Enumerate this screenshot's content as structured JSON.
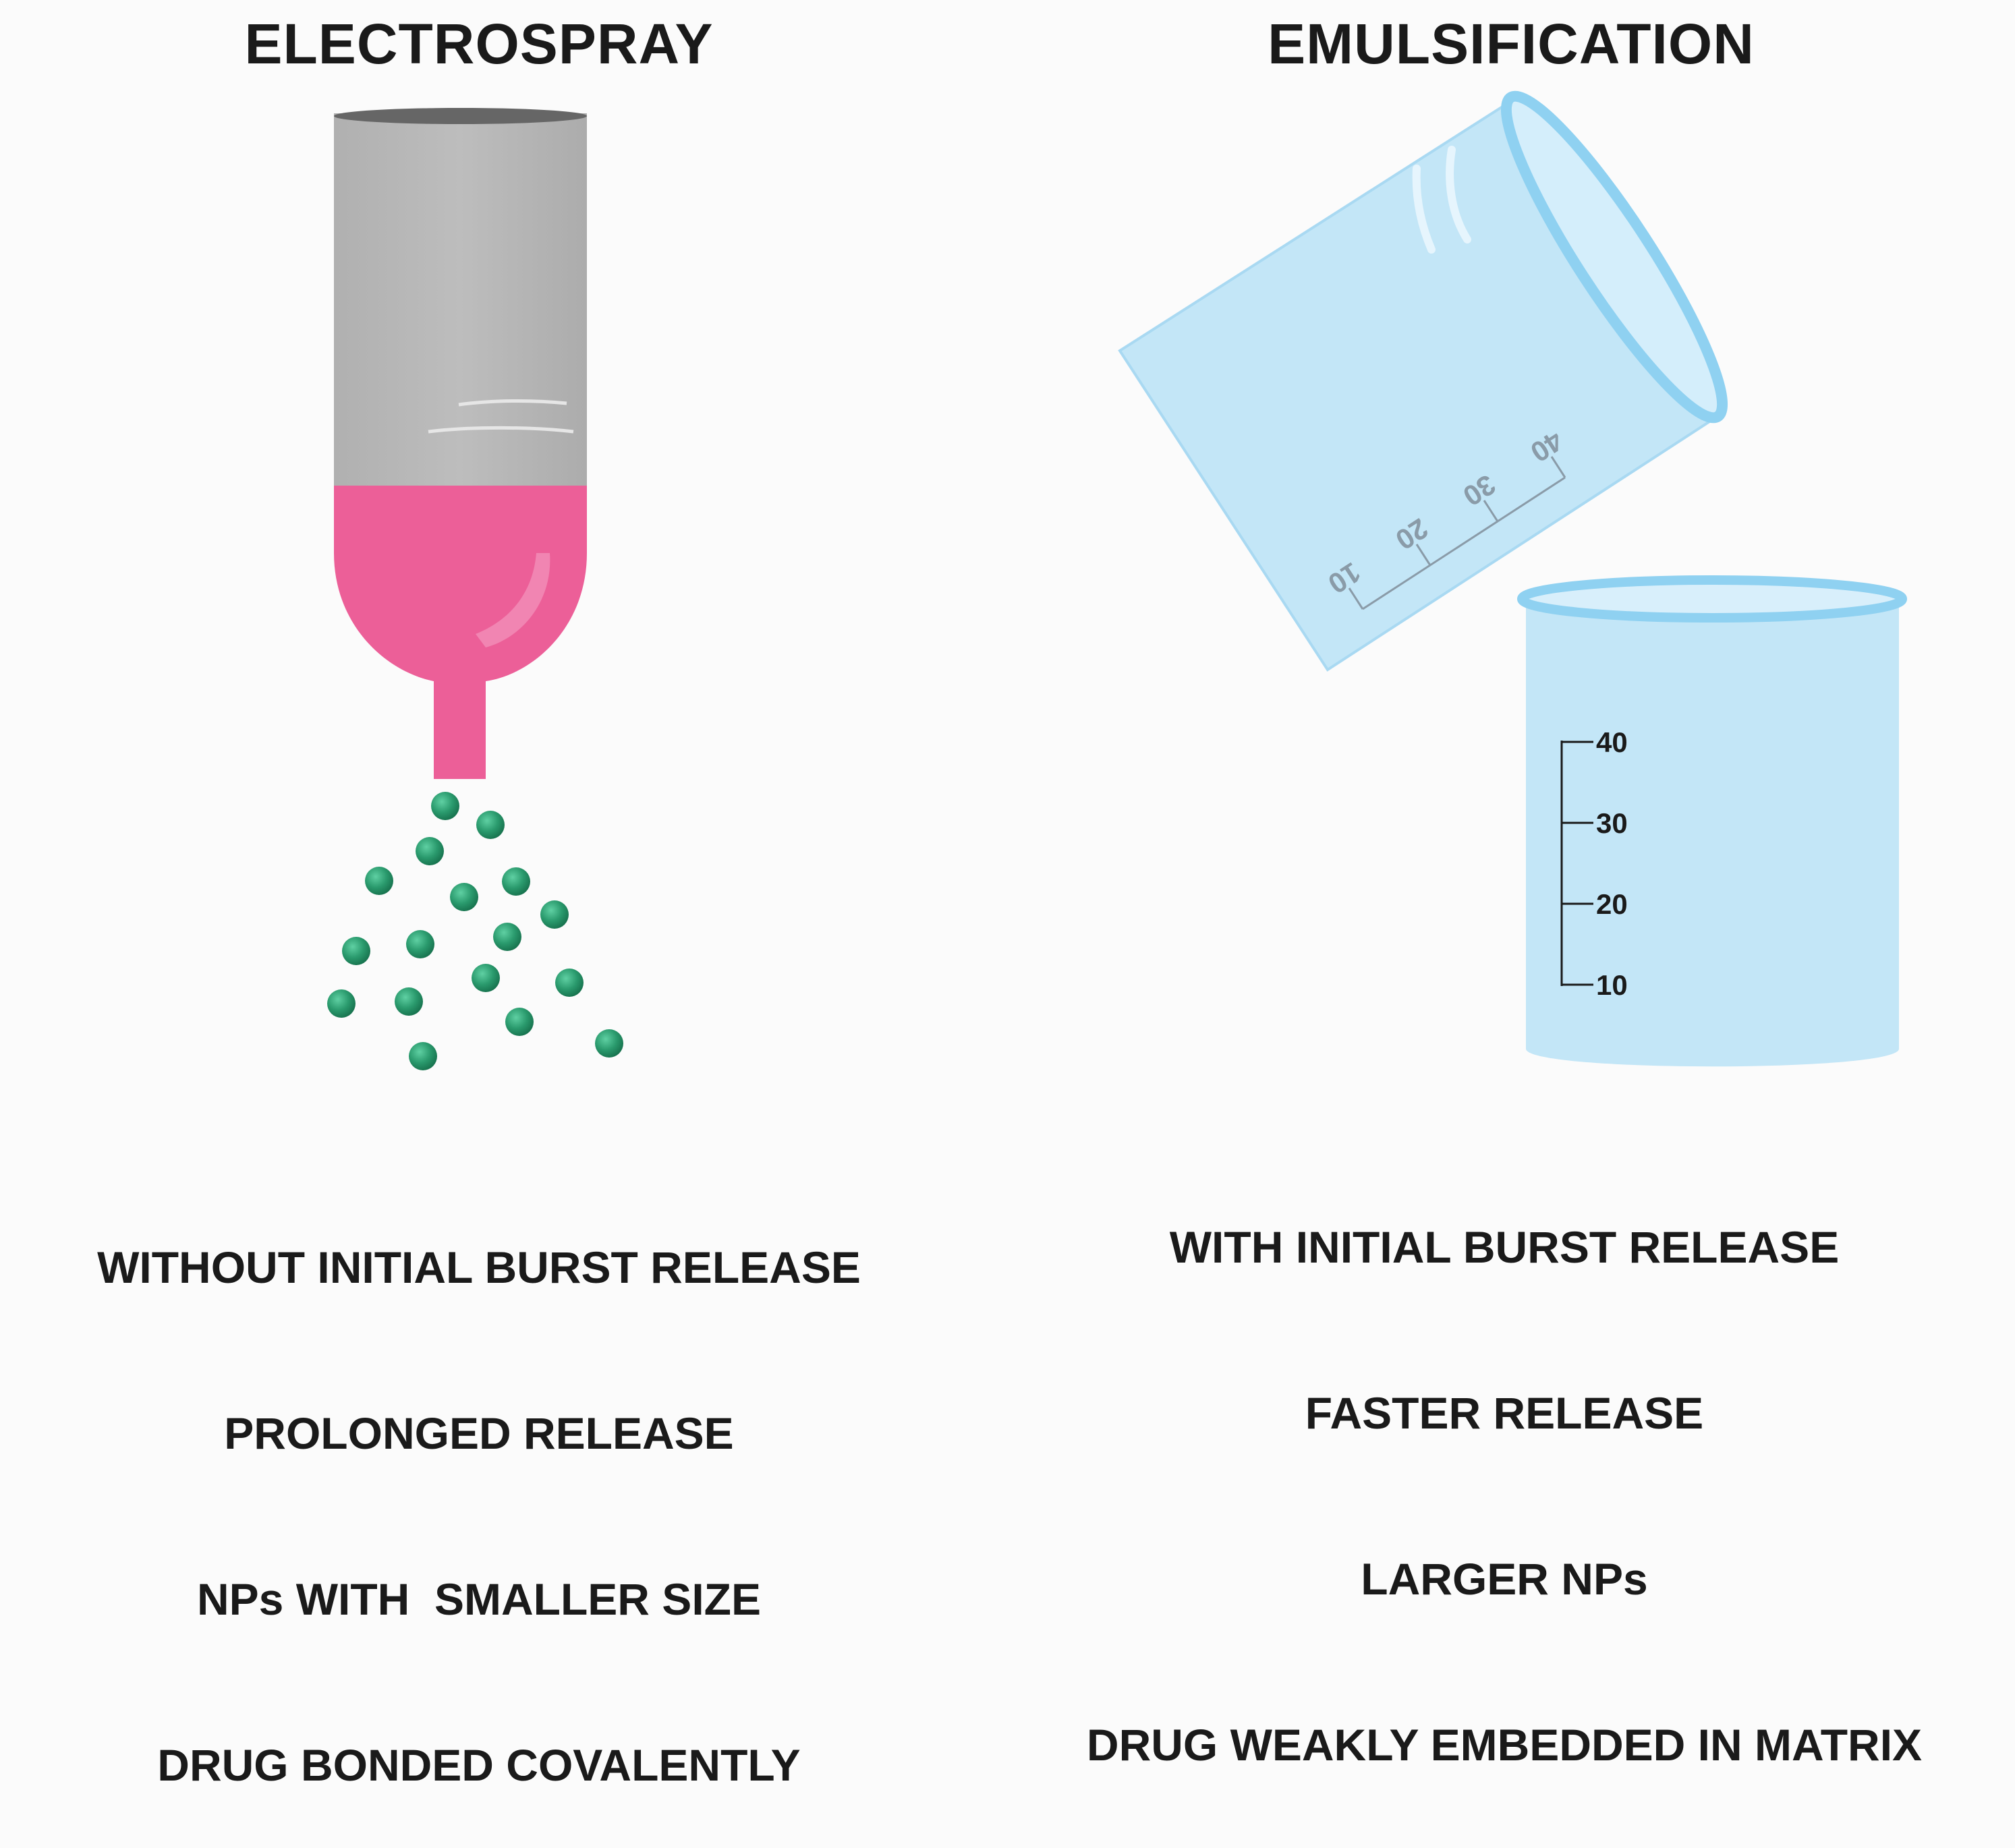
{
  "left_panel": {
    "title": "ELECTROSPRAY",
    "description": [
      "WITHOUT INITIAL BURST RELEASE",
      "PROLONGED RELEASE",
      "NPs WITH  SMALLER SIZE",
      "DRUG BONDED COVALENTLY"
    ]
  },
  "right_panel": {
    "title": "EMULSIFICATION",
    "description": [
      "WITH INITIAL BURST RELEASE",
      "FASTER RELEASE",
      "LARGER NPs",
      "DRUG WEAKLY EMBEDDED IN MATRIX"
    ],
    "tilted_beaker_scale": [
      "10",
      "20",
      "30",
      "40"
    ],
    "upright_beaker_scale": [
      "40",
      "30",
      "20",
      "10"
    ]
  },
  "colors": {
    "syringe_barrel": "#b9b9b9",
    "syringe_liquid": "#ec5f98",
    "nanoparticles": "#2a9a6d",
    "beaker_fill": "#c3e6f7",
    "beaker_rim": "#8fd1f1",
    "scale_text": "#1a1a1a"
  }
}
